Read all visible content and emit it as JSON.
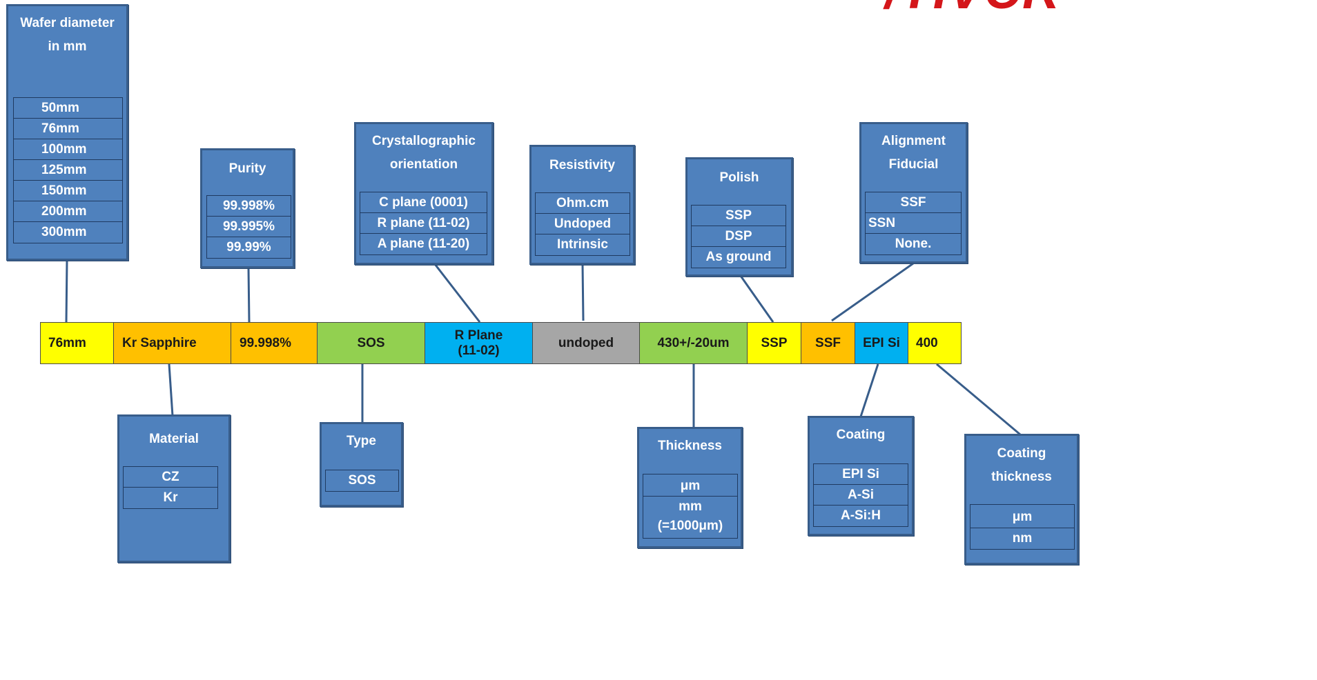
{
  "logo": {
    "text": "/TIVCR",
    "color": "#d4161a"
  },
  "colors": {
    "box_fill": "#4f81bd",
    "box_border": "#385d8a",
    "yellow": "#ffff00",
    "orange": "#ffc000",
    "green": "#92d050",
    "cyan": "#00b0f0",
    "gray": "#a6a6a6",
    "connector": "#385d8a"
  },
  "spec_bar": {
    "segments": [
      {
        "label": "76mm",
        "color": "yellow"
      },
      {
        "label": "Kr Sapphire",
        "color": "orange"
      },
      {
        "label": "99.998%",
        "color": "orange"
      },
      {
        "label": "SOS",
        "color": "green"
      },
      {
        "label": "R Plane (11-02)",
        "color": "cyan"
      },
      {
        "label": "undoped",
        "color": "gray"
      },
      {
        "label": "430+/-20um",
        "color": "green"
      },
      {
        "label": "SSP",
        "color": "yellow"
      },
      {
        "label": "SSF",
        "color": "orange"
      },
      {
        "label": "EPI Si",
        "color": "cyan"
      },
      {
        "label": "400",
        "color": "yellow"
      }
    ]
  },
  "boxes": {
    "wafer_diameter": {
      "title": "Wafer diameter in mm",
      "options": [
        "50mm",
        "76mm",
        "100mm",
        "125mm",
        "150mm",
        "200mm",
        "300mm"
      ]
    },
    "purity": {
      "title": "Purity",
      "options": [
        "99.998%",
        "99.995%",
        "99.99%"
      ]
    },
    "orientation": {
      "title": "Crystallographic orientation",
      "options": [
        "C plane (0001)",
        "R plane (11-02)",
        "A plane (11-20)"
      ]
    },
    "resistivity": {
      "title": "Resistivity",
      "options": [
        "Ohm.cm",
        "Undoped",
        "Intrinsic"
      ]
    },
    "polish": {
      "title": "Polish",
      "options": [
        "SSP",
        "DSP",
        "As ground"
      ]
    },
    "alignment": {
      "title": "Alignment Fiducial",
      "options": [
        "SSF",
        "SSN",
        "None."
      ]
    },
    "material": {
      "title": "Material",
      "options": [
        "CZ",
        "Kr"
      ]
    },
    "type": {
      "title": "Type",
      "options": [
        "SOS"
      ]
    },
    "thickness": {
      "title": "Thickness",
      "options": [
        "μm",
        "mm (=1000μm)"
      ]
    },
    "coating": {
      "title": "Coating",
      "options": [
        "EPI Si",
        "A-Si",
        "A-Si:H"
      ]
    },
    "coating_thickness": {
      "title": "Coating thickness",
      "options": [
        "μm",
        "nm"
      ]
    }
  }
}
